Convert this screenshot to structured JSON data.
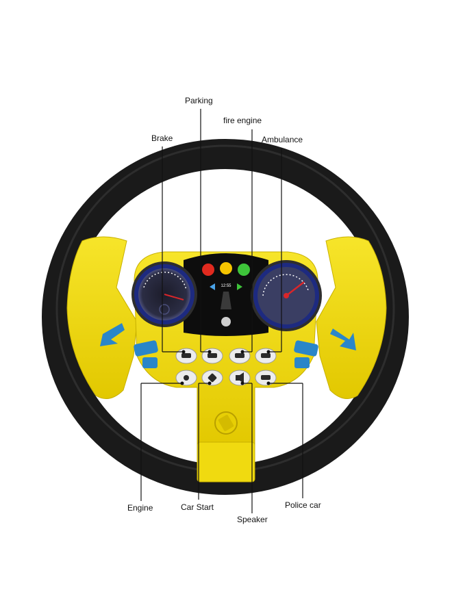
{
  "labels": {
    "parking": "Parking",
    "fire_engine": "fire engine",
    "brake": "Brake",
    "ambulance": "Ambulance",
    "engine": "Engine",
    "car_start": "Car Start",
    "speaker": "Speaker",
    "police_car": "Police car"
  },
  "dashboard": {
    "clock": "12:55"
  },
  "colors": {
    "rim": "#1a1a1a",
    "body_yellow": "#f2dd15",
    "body_shade": "#d8bf00",
    "accent_blue": "#2a86c9",
    "gauge_red": "#d9262a",
    "light_red": "#e12a1f",
    "light_yellow": "#f5c400",
    "light_green": "#3ec43a"
  },
  "icons": [
    "steering-wheel-toy",
    "speedometer-gauge",
    "tachometer-gauge",
    "traffic-lights",
    "car-button-icon"
  ]
}
